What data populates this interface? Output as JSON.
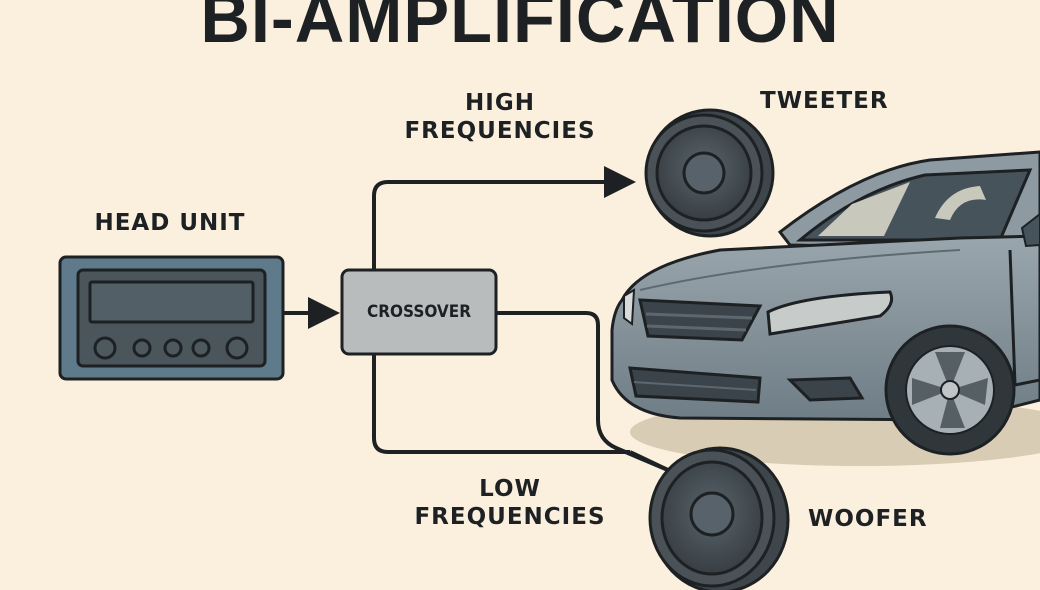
{
  "title": "BI-AMPLIFICATION",
  "head_unit": {
    "label": "HEAD UNIT",
    "buttons": 5
  },
  "crossover": {
    "label": "CROSSOVER"
  },
  "paths": {
    "high": {
      "label_line1": "HIGH",
      "label_line2": "FREQUENCIES"
    },
    "low": {
      "label_line1": "LOW",
      "label_line2": "FREQUENCIES"
    }
  },
  "speakers": {
    "tweeter": {
      "label": "TWEETER"
    },
    "woofer": {
      "label": "WOOFER"
    }
  },
  "colors": {
    "background": "#fbf0de",
    "ink": "#1d2124",
    "head_unit_body": "#5f7a8a",
    "crossover_fill": "#b8bcbc",
    "speaker": "#3e464b",
    "car_body": "#7f8e97"
  }
}
